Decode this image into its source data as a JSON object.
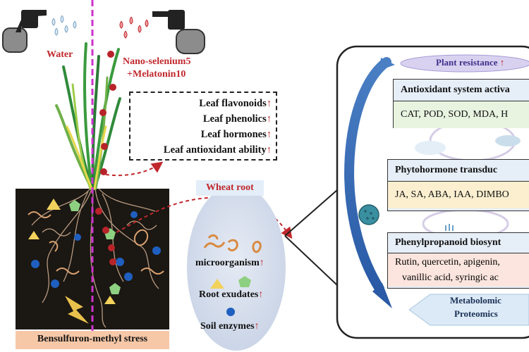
{
  "left": {
    "water_label": "Water",
    "treatment_label_1": "Nano-selenium5",
    "treatment_label_2": "+Melatonin10",
    "stress_label": "Bensulfuron-methyl stress",
    "wheat_root_label": "Wheat root"
  },
  "leaf_box": {
    "items": [
      "Leaf flavonoids",
      "Leaf phenolics",
      "Leaf hormones",
      "Leaf antioxidant ability"
    ]
  },
  "root_bubble": {
    "items": [
      "microorganism",
      "Root exudates",
      "Soil enzymes"
    ]
  },
  "right_panel": {
    "plant_resistance": "Plant resistance",
    "antioxidant_title": "Antioxidant system activa",
    "antioxidant_items": "CAT, POD, SOD, MDA, H",
    "phytohormone_title": "Phytohormone transduc",
    "phytohormone_items": "JA, SA, ABA, IAA, DIMBO",
    "phenylpropanoid_title": "Phenylpropanoid biosynt",
    "phenylpropanoid_items_1": "Rutin, quercetin, apigenin,",
    "phenylpropanoid_items_2": "vanillic acid, syringic ac",
    "omics_1": "Metabolomic",
    "omics_2": "Proteomics"
  },
  "up_arrow_symbol": "↑",
  "colors": {
    "accent_red": "#c0282d",
    "divider_magenta": "#cc33cc",
    "panel_blue": "#e6eef7",
    "antioxidant_green": "#e8f3e0",
    "phyto_yellow": "#fbefcf",
    "phenyl_pink": "#fbe5de",
    "stress_orange": "#f6c8a8",
    "wheat_root_bg": "#e3eef9",
    "soil_black": "#1b1712"
  }
}
